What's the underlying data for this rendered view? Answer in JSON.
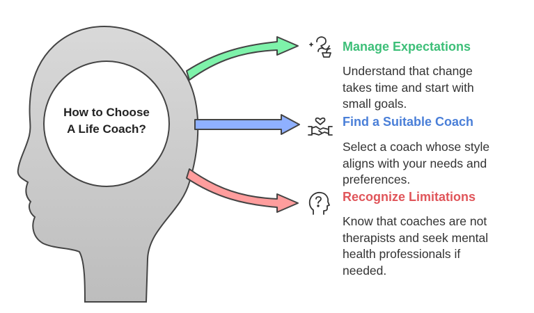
{
  "center": {
    "title_lines": [
      "How to Choose",
      "A Life Coach?"
    ]
  },
  "items": [
    {
      "title": "Manage Expectations",
      "color": "#3dbf78",
      "arrow_fill": "#7ef2aa",
      "icon": "person-with-plant-icon",
      "desc_lines": [
        "Understand that change",
        "takes time and start with",
        "small goals."
      ]
    },
    {
      "title": "Find a Suitable Coach",
      "color": "#4a7fd8",
      "arrow_fill": "#8fb0ff",
      "icon": "handshake-heart-icon",
      "desc_lines": [
        "Select a coach whose style",
        "aligns with your needs and",
        "preferences."
      ]
    },
    {
      "title": "Recognize Limitations",
      "color": "#e0555a",
      "arrow_fill": "#ff9d9d",
      "icon": "head-question-icon",
      "desc_lines": [
        "Know that coaches are not",
        "therapists and seek mental",
        "health professionals if",
        "needed."
      ]
    }
  ],
  "colors": {
    "head_fill": "#c8c8c8",
    "head_outline": "#444444"
  }
}
